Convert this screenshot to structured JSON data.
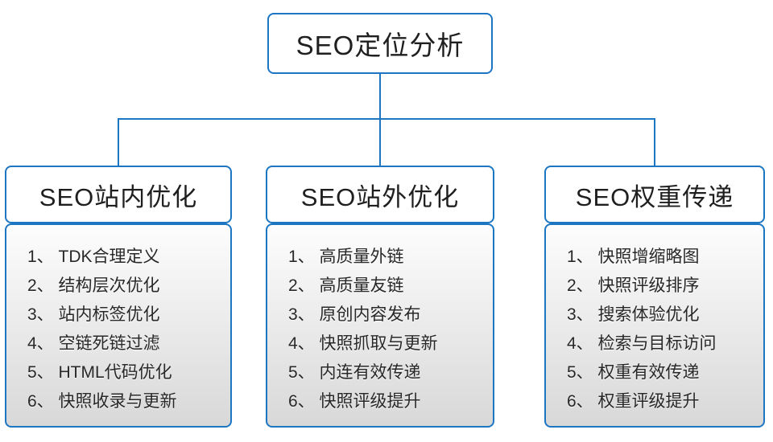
{
  "diagram": {
    "root": {
      "label": "SEO定位分析"
    },
    "columns": [
      {
        "header": "SEO站内优化",
        "items": [
          "1、 TDK合理定义",
          "2、 结构层次优化",
          "3、 站内标签优化",
          "4、 空链死链过滤",
          "5、 HTML代码优化",
          "6、 快照收录与更新"
        ]
      },
      {
        "header": "SEO站外优化",
        "items": [
          "1、 高质量外链",
          "2、 高质量友链",
          "3、 原创内容发布",
          "4、 快照抓取与更新",
          "5、 内连有效传递",
          "6、 快照评级提升"
        ]
      },
      {
        "header": "SEO权重传递",
        "items": [
          "1、 快照增缩略图",
          "2、 快照评级排序",
          "3、 搜索体验优化",
          "4、 检索与目标访问",
          "5、 权重有效传递",
          "6、 权重评级提升"
        ]
      }
    ],
    "colors": {
      "border": "#1c76c2",
      "line": "#1c76c2",
      "text": "#1f1f1f",
      "list_gradient_top": "#fdfdfe",
      "list_gradient_bottom": "#d8d8d8"
    }
  }
}
